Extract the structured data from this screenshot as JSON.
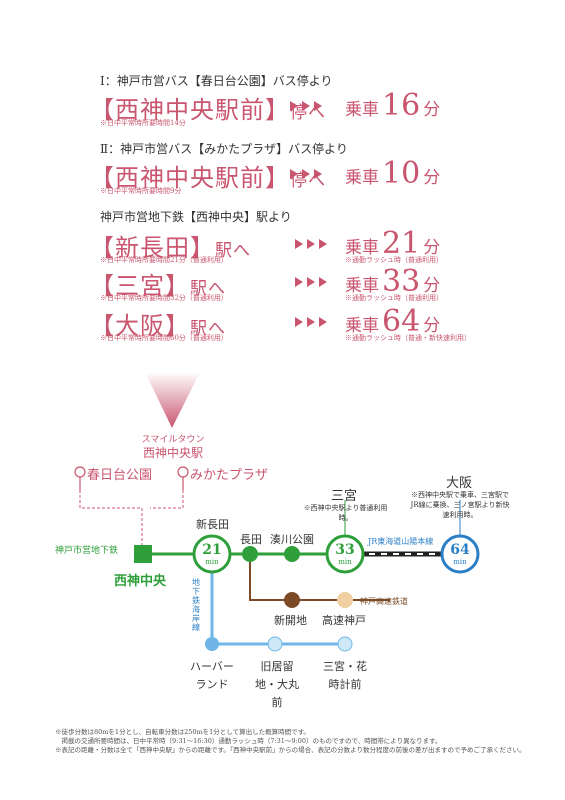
{
  "routes": [
    {
      "header": "Ⅰ：神戸市営バス【春日台公園】バス停より",
      "dest": "【西神中央駅前】",
      "suffix": "停へ",
      "ride": "乗車",
      "minutes": "16",
      "unit": "分",
      "note": "※日中平常時所要時間14分",
      "note2": ""
    },
    {
      "header": "Ⅱ：神戸市営バス【みかたプラザ】バス停より",
      "dest": "【西神中央駅前】",
      "suffix": "停へ",
      "ride": "乗車",
      "minutes": "10",
      "unit": "分",
      "note": "※日中平常時所要時間9分",
      "note2": ""
    },
    {
      "header": "神戸市営地下鉄【西神中央】駅より",
      "dest": "【新長田】",
      "suffix": "駅へ",
      "ride": "乗車",
      "minutes": "21",
      "unit": "分",
      "note": "※日中平常時所要時間21分（普通利用）",
      "note2": "※通勤ラッシュ時（普通利用）"
    },
    {
      "header": "",
      "dest": "【三宮】",
      "suffix": "駅へ",
      "ride": "乗車",
      "minutes": "33",
      "unit": "分",
      "note": "※日中平常時所要時間32分（普通利用）",
      "note2": "※通勤ラッシュ時（普通利用）"
    },
    {
      "header": "",
      "dest": "【大阪】",
      "suffix": "駅へ",
      "ride": "乗車",
      "minutes": "64",
      "unit": "分",
      "note": "※日中平常時所要時間60分（普通利用）",
      "note2": "※通勤ラッシュ時（普通・新快速利用）"
    }
  ],
  "map": {
    "smile_town": "スマイルタウン",
    "seishin_station_label": "西神中央駅",
    "bus_stop_kasugadai": "春日台公園",
    "bus_stop_mikata": "みかたプラザ",
    "line_subway": "神戸市営地下鉄",
    "seishin_chuo": "西神中央",
    "shin_nagata": "新長田",
    "nagata": "長田",
    "minatogawa": "湊川公園",
    "sannomiya": "三宮",
    "osaka": "大阪",
    "sannomiya_note": "※西神中央駅より普通利用時。",
    "osaka_note": "※西神中央駅で乗車、三宮駅でJR線に乗換、三ノ宮駅より新快速利用時。",
    "jr_line": "JR東海道山陽本線",
    "kobe_kosoku": "神戸高速鉄道",
    "kaigan_line": "地下鉄海岸線",
    "shinkaichi": "新開地",
    "kosoku_kobe": "高速神戸",
    "harborland": "ハーバーランド",
    "kyukyoryuchi": "旧居留地・大丸前",
    "sannomiya_hanadokei": "三宮・花時計前",
    "min21": "21",
    "min33": "33",
    "min64": "64",
    "min_label": "min"
  },
  "footer": [
    "※徒歩分数は80mを1分とし、自転車分数は250mを1分として算出した概算時間です。",
    "　掲載の交通所要時間は、日中平常時（9:31〜16:30）通勤ラッシュ時（7:31〜9:00）のものですので、時間帯により異なります。",
    "※表記の距離・分数は全て「西神中央駅」からの距離です。「西神中央駅前」からの場合、表記の分数より数分程度の前後の差が出ますので予めご了承ください。"
  ],
  "colors": {
    "pink": "#c9556e",
    "green": "#2e9f3a",
    "blue": "#2b7fc6",
    "brown": "#7a4b26",
    "peach": "#f0cfa0",
    "light_blue": "#6fb6e6"
  }
}
